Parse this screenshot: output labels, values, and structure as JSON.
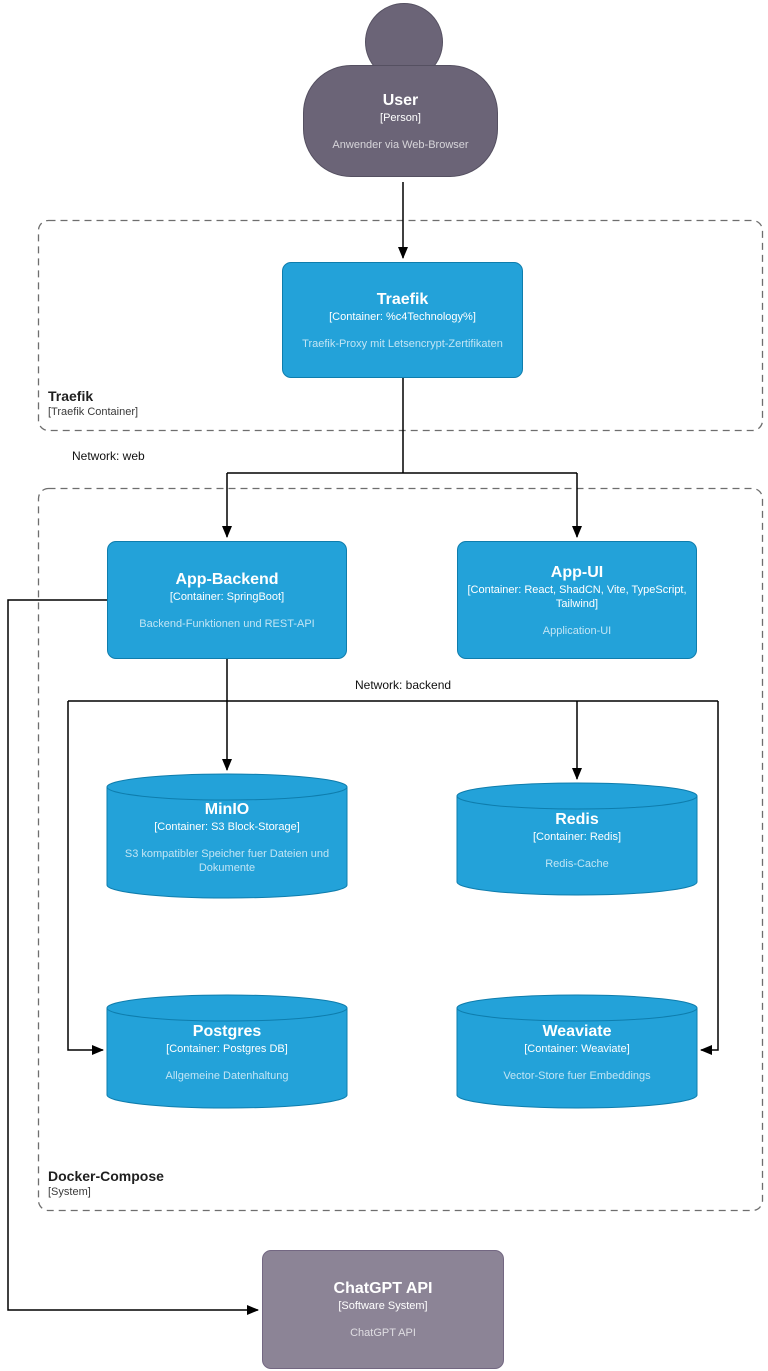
{
  "diagram": {
    "colors": {
      "container_fill": "#23a2d9",
      "container_stroke": "#0e7dad",
      "person_fill": "#6b6477",
      "person_stroke": "#555061",
      "external_fill": "#8c8496",
      "external_stroke": "#736782",
      "line": "#000000",
      "boundary_stroke": "#6e6e6e"
    },
    "nodes": {
      "user": {
        "title": "User",
        "meta": "[Person]",
        "desc": "Anwender via Web-Browser"
      },
      "traefik": {
        "title": "Traefik",
        "meta": "[Container: %c4Technology%]",
        "desc": "Traefik-Proxy mit Letsencrypt-Zertifikaten"
      },
      "app_backend": {
        "title": "App-Backend",
        "meta": "[Container: SpringBoot]",
        "desc": "Backend-Funktionen und REST-API"
      },
      "app_ui": {
        "title": "App-UI",
        "meta": "[Container: React, ShadCN, Vite, TypeScript, Tailwind]",
        "desc": "Application-UI"
      },
      "minio": {
        "title": "MinIO",
        "meta": "[Container: S3 Block-Storage]",
        "desc": "S3 kompatibler Speicher fuer Dateien und Dokumente"
      },
      "redis": {
        "title": "Redis",
        "meta": "[Container: Redis]",
        "desc": "Redis-Cache"
      },
      "postgres": {
        "title": "Postgres",
        "meta": "[Container: Postgres DB]",
        "desc": "Allgemeine Datenhaltung"
      },
      "weaviate": {
        "title": "Weaviate",
        "meta": "[Container: Weaviate]",
        "desc": "Vector-Store fuer Embeddings"
      },
      "chatgpt": {
        "title": "ChatGPT API",
        "meta": "[Software System]",
        "desc": "ChatGPT API"
      }
    },
    "boundaries": {
      "traefik": {
        "title": "Traefik",
        "meta": "[Traefik Container]"
      },
      "docker": {
        "title": "Docker-Compose",
        "meta": "[System]"
      }
    },
    "labels": {
      "network_web": "Network: web",
      "network_backend": "Network: backend"
    }
  }
}
